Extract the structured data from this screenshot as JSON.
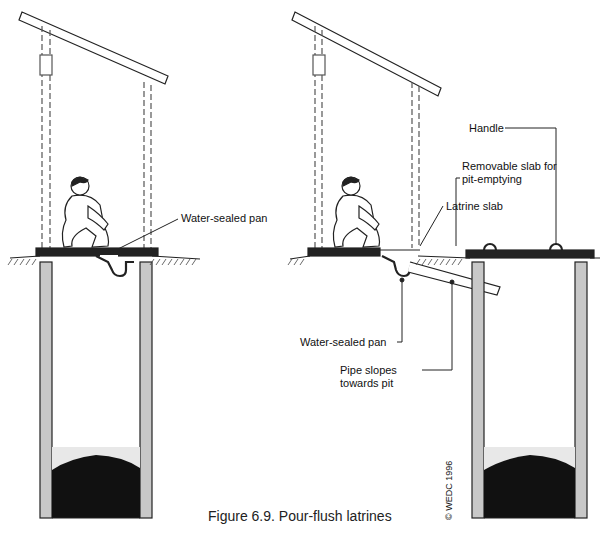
{
  "diagram": {
    "caption": "Figure 6.9. Pour-flush latrines",
    "labels": [
      "Water-sealed pan",
      "Handle",
      "Removable slab for pit-emptying",
      "Latrine slab",
      "Water-sealed pan",
      "Pipe slopes towards pit",
      "© WEDC 1996"
    ]
  }
}
